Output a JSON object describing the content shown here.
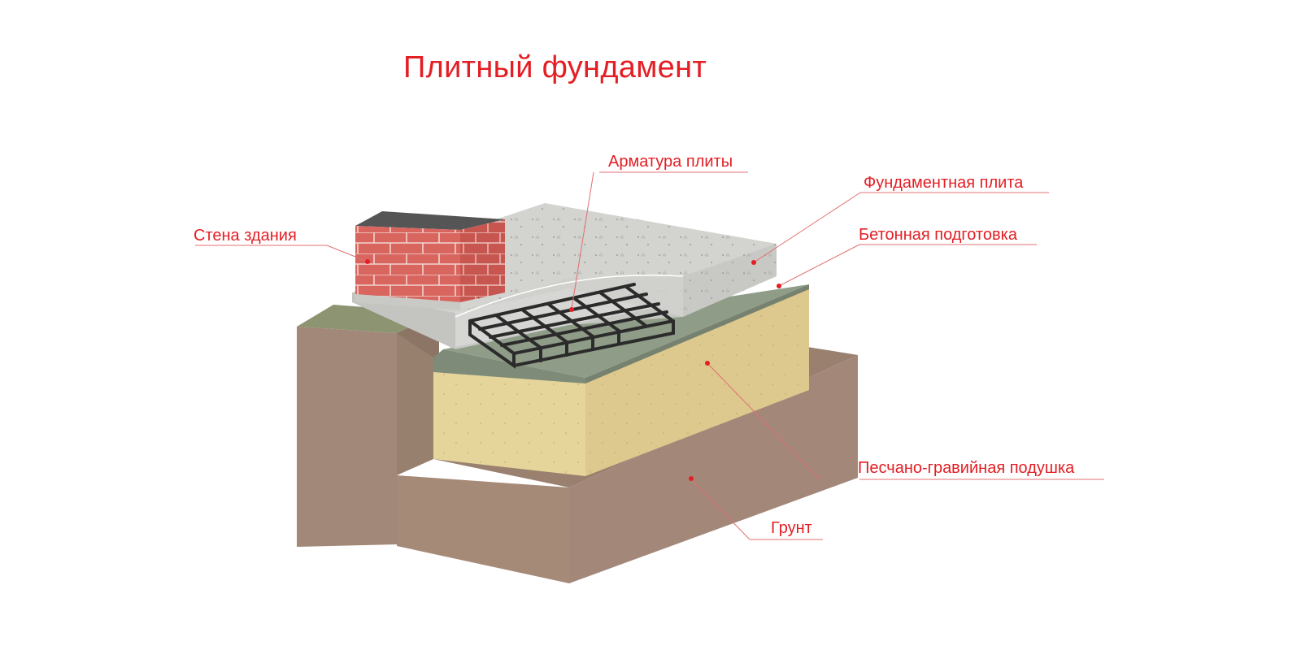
{
  "title": "Плитный фундамент",
  "labels": {
    "rebar": "Арматура плиты",
    "slab": "Фундаментная плита",
    "wall": "Стена здания",
    "concrete_prep": "Бетонная подготовка",
    "cushion": "Песчано-гравийная подушка",
    "soil": "Грунт"
  },
  "colors": {
    "accent": "#e31e24",
    "soil": "#a18674",
    "grass": "#8f9470",
    "sand": "#e8d79a",
    "concrete_prep": "#8f9d8a",
    "slab": "#d4d4d1",
    "brick": "#d9655f",
    "rebar": "#2b2b2b"
  }
}
